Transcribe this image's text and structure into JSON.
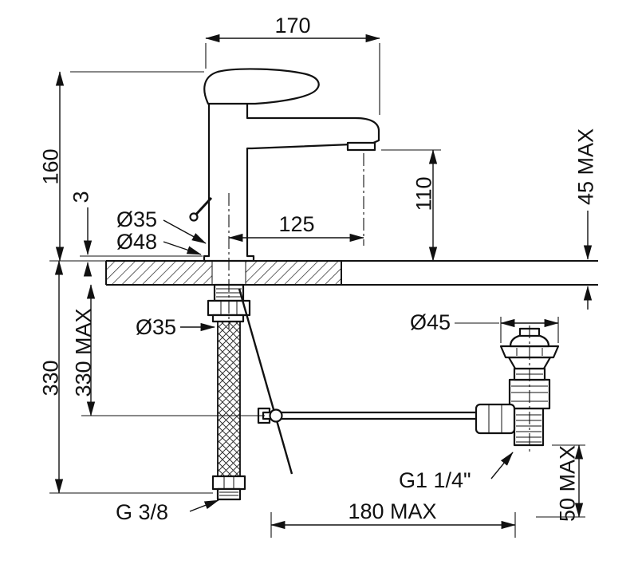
{
  "drawing": {
    "subject": "single-lever basin mixer with flexible supply hose and pop-up waste",
    "style": "technical dimension drawing",
    "colors": {
      "line": "#111111",
      "background": "#ffffff"
    }
  },
  "dims": {
    "spout_width": "170",
    "height_above_deck": "160",
    "base_plate": "3",
    "body_dia": "Ø35",
    "base_dia": "Ø48",
    "spout_reach": "125",
    "outlet_height": "110",
    "deck_max": "45 MAX",
    "underdeck_max": "330 MAX",
    "hose_length": "330",
    "hole_dia": "Ø35",
    "waste_dia": "Ø45",
    "waste_thread": "G1 1/4\"",
    "supply_thread": "G 3/8",
    "reach_max": "180 MAX",
    "waste_depth_max": "50 MAX"
  }
}
